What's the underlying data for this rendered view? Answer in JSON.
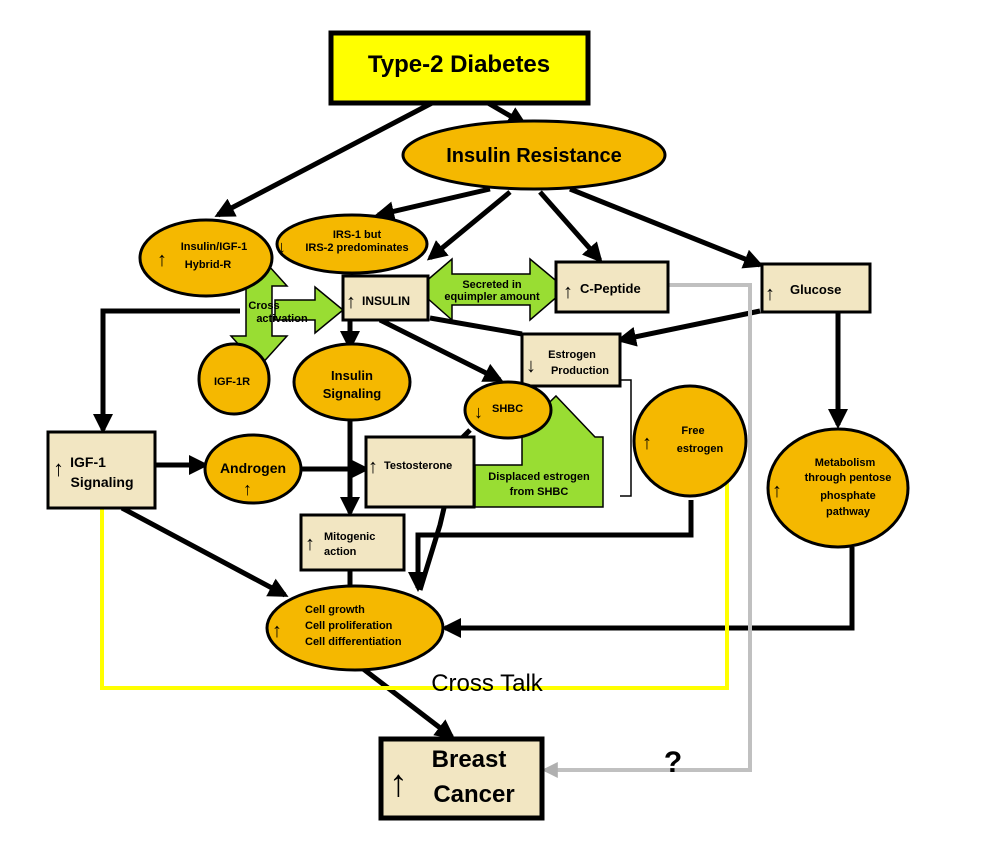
{
  "colors": {
    "yellow": "#ffff00",
    "orange": "#f5b800",
    "tan": "#f2e6c2",
    "green": "#99dd33",
    "gray": "#c0c0c0",
    "black": "#000000"
  },
  "nodes": {
    "diabetes": "Type-2 Diabetes",
    "insulin_resistance": "Insulin Resistance",
    "hybrid": {
      "line1": "Insulin/IGF-1",
      "line2": "Hybrid-R"
    },
    "irs": {
      "line1": "IRS-1 but",
      "line2": "IRS-2 predominates"
    },
    "insulin": "INSULIN",
    "cpeptide": "C-Peptide",
    "glucose": "Glucose",
    "igf1r": "IGF-1R",
    "insulin_signaling": {
      "line1": "Insulin",
      "line2": "Signaling"
    },
    "estrogen_production": {
      "line1": "Estrogen",
      "line2": "Production"
    },
    "shbc": "SHBC",
    "free_estrogen": {
      "line1": "Free",
      "line2": "estrogen"
    },
    "metabolism": {
      "line1": "Metabolism",
      "line2": "through pentose",
      "line3": "phosphate",
      "line4": "pathway"
    },
    "igf1_signaling": {
      "line1": "IGF-1",
      "line2": "Signaling"
    },
    "androgen": "Androgen",
    "testosterone": "Testosterone",
    "mitogenic": {
      "line1": "Mitogenic",
      "line2": "action"
    },
    "cell": {
      "line1": "Cell growth",
      "line2": "Cell proliferation",
      "line3": "Cell differentiation"
    },
    "breast_cancer": {
      "line1": "Breast",
      "line2": "Cancer"
    }
  },
  "labels": {
    "cross_activation": {
      "line1": "Cross",
      "line2": "activation"
    },
    "secreted": {
      "line1": "Secreted in",
      "line2": "equimpler amount"
    },
    "displaced": {
      "line1": "Displaced estrogen",
      "line2": "from SHBC"
    },
    "cross_talk": "Cross Talk",
    "question": "?"
  }
}
